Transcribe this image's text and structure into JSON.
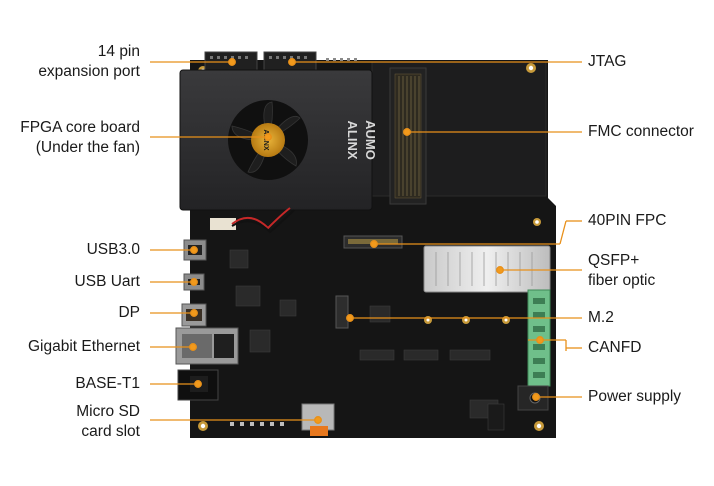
{
  "brand": {
    "logo_text": "ALINX",
    "board_text": "AUMO"
  },
  "colors": {
    "callout_line": "#e8901a",
    "callout_dot": "#f29a1c",
    "pcb": "#141414"
  },
  "labels_left": [
    {
      "id": "expansion-port",
      "lines": [
        "14 pin",
        "expansion port"
      ]
    },
    {
      "id": "fpga-core-board",
      "lines": [
        "FPGA core board",
        "(Under the fan)"
      ]
    },
    {
      "id": "usb3",
      "lines": [
        "USB3.0"
      ]
    },
    {
      "id": "usb-uart",
      "lines": [
        "USB Uart"
      ]
    },
    {
      "id": "dp",
      "lines": [
        "DP"
      ]
    },
    {
      "id": "gigabit-ethernet",
      "lines": [
        "Gigabit Ethernet"
      ]
    },
    {
      "id": "base-t1",
      "lines": [
        "BASE-T1"
      ]
    },
    {
      "id": "micro-sd",
      "lines": [
        "Micro SD",
        "card slot"
      ]
    }
  ],
  "labels_right": [
    {
      "id": "jtag",
      "lines": [
        "JTAG"
      ]
    },
    {
      "id": "fmc-connector",
      "lines": [
        "FMC connector"
      ]
    },
    {
      "id": "fpc-40pin",
      "lines": [
        "40PIN FPC"
      ]
    },
    {
      "id": "qsfp",
      "lines": [
        "QSFP+",
        "fiber optic"
      ]
    },
    {
      "id": "m2",
      "lines": [
        "M.2"
      ]
    },
    {
      "id": "canfd",
      "lines": [
        "CANFD"
      ]
    },
    {
      "id": "power-supply",
      "lines": [
        "Power supply"
      ]
    }
  ]
}
